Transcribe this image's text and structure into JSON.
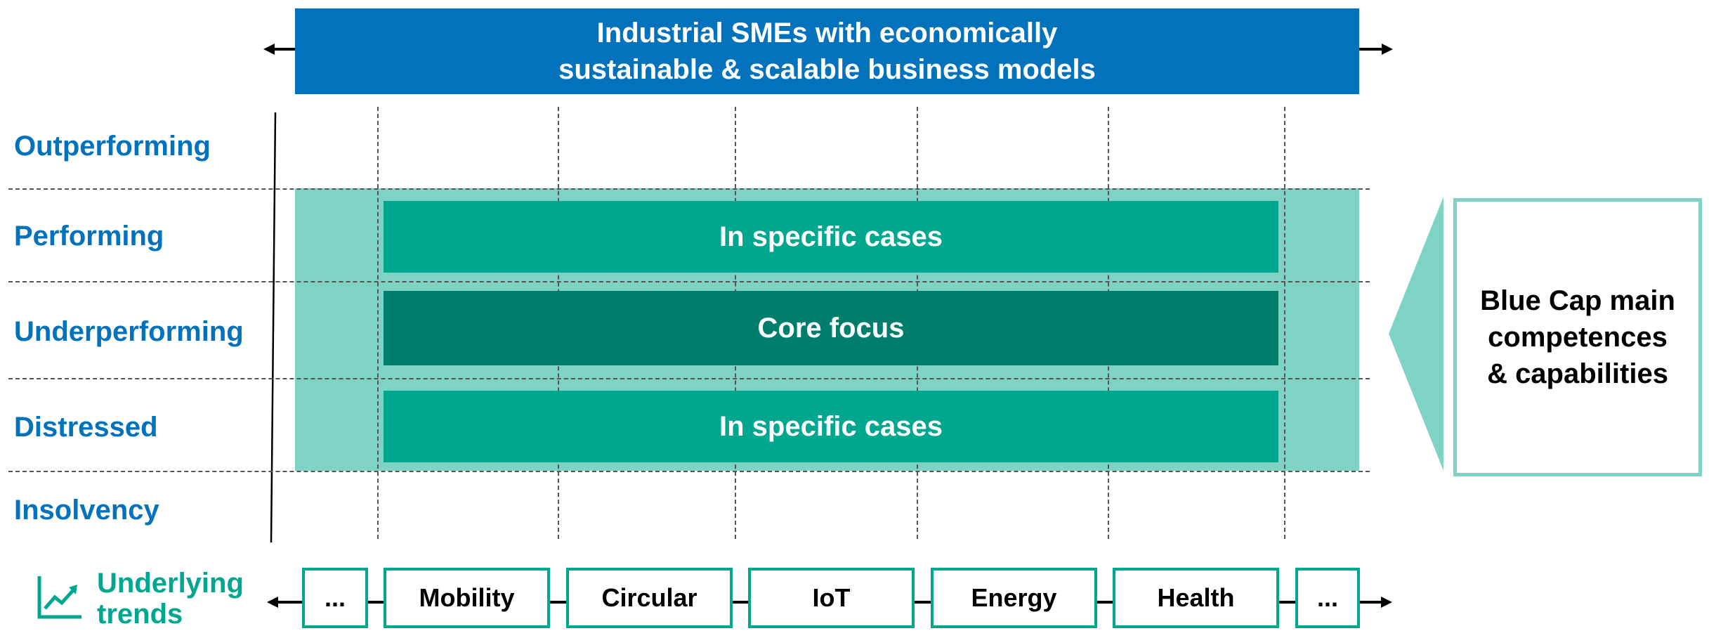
{
  "header": {
    "line1": "Industrial SMEs with economically",
    "line2": "sustainable & scalable business models"
  },
  "rows": [
    "Outperforming",
    "Performing",
    "Underperforming",
    "Distressed",
    "Insolvency"
  ],
  "focus": {
    "top": "In specific cases",
    "core": "Core focus",
    "bottom": "In specific cases"
  },
  "capabilities": {
    "line1": "Blue Cap main",
    "line2": "competences",
    "line3": "& capabilities"
  },
  "trends": {
    "label_line1": "Underlying",
    "label_line2": "trends",
    "icon": "trending-up-chart-icon",
    "items": [
      "...",
      "Mobility",
      "Circular",
      "IoT",
      "Energy",
      "Health",
      "..."
    ]
  },
  "colors": {
    "blue": "#0272BC",
    "teal": "#00A78F",
    "teal_dark": "#007E6C",
    "teal_light": "#7FD3C4"
  }
}
